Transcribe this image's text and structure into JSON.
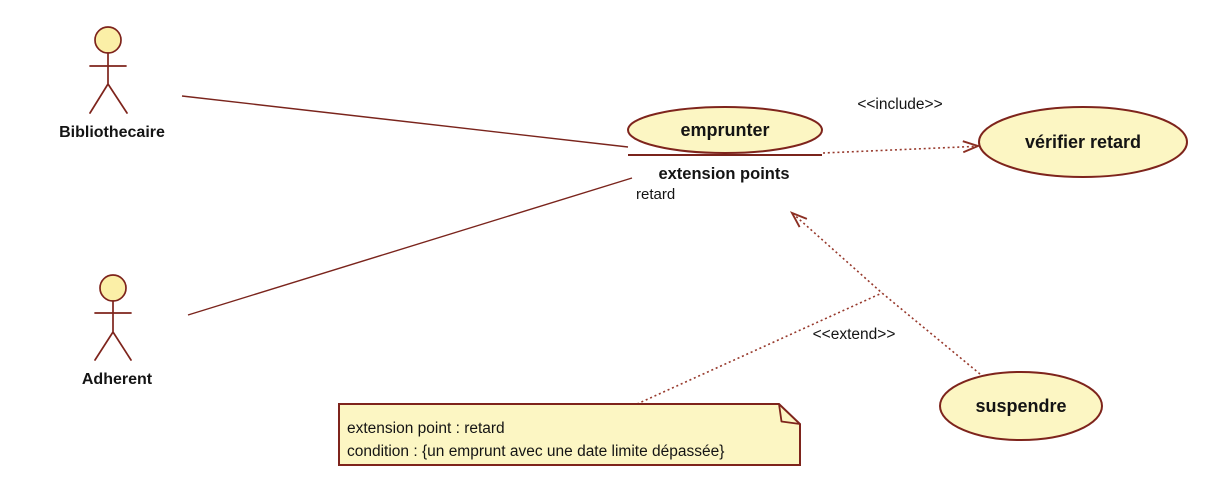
{
  "diagram": {
    "kind": "uml-use-case-diagram",
    "colors": {
      "background": "#ffffff",
      "shape_fill": "#fcf6c3",
      "actor_head_fill": "#fbefa7",
      "border": "#7e241c",
      "dotted_line": "#97392c",
      "text": "#141414"
    },
    "actors": [
      {
        "label": "Bibliothecaire"
      },
      {
        "label": "Adherent"
      }
    ],
    "use_cases": [
      {
        "label": "emprunter",
        "compartment_header": "extension points",
        "extension_point": "retard"
      },
      {
        "label": "vérifier retard"
      },
      {
        "label": "suspendre"
      }
    ],
    "relations": [
      {
        "type": "include",
        "label": "<<include>>",
        "from": "emprunter",
        "to": "vérifier retard"
      },
      {
        "type": "extend",
        "label": "<<extend>>",
        "from": "suspendre",
        "to": "emprunter"
      }
    ],
    "note": {
      "line1": "extension point : retard",
      "line2": "condition : {un emprunt avec une date limite dépassée}"
    }
  }
}
